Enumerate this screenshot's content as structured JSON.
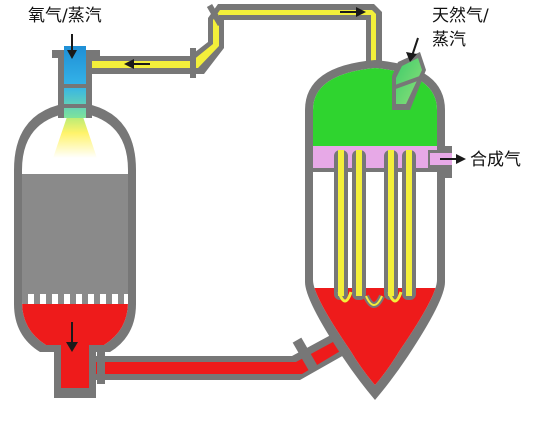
{
  "labels": {
    "oxygen_steam": "氧气/蒸汽",
    "natural_gas_line1": "天然气/",
    "natural_gas_line2": "蒸汽",
    "syngas": "合成气"
  },
  "colors": {
    "vessel_wall": "#777777",
    "oxygen_stream": "#2f9edb",
    "flame": "#fff36a",
    "feed_pipe": "#f3ef3a",
    "reformer_dome": "#2fd42f",
    "syngas_band": "#e7a9e7",
    "hot_gas": "#ee1b1b",
    "catalyst_bed": "#8a8a8a",
    "arrow": "#1a1a1a"
  },
  "icons": {
    "flow_arrow": "arrow-icon"
  }
}
